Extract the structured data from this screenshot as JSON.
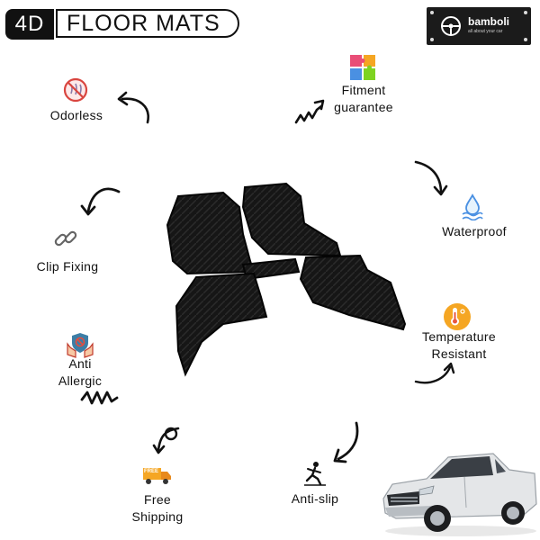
{
  "title": {
    "badge": "4D",
    "text": "FLOOR MATS"
  },
  "brand": {
    "name": "bamboli",
    "tagline": "all about your car"
  },
  "features": {
    "odorless": "Odorless",
    "fitment_line1": "Fitment",
    "fitment_line2": "guarantee",
    "waterproof": "Waterproof",
    "clip_fixing": "Clip Fixing",
    "temp_line1": "Temperature",
    "temp_line2": "Resistant",
    "allergic_line1": "Anti",
    "allergic_line2": "Allergic",
    "shipping_line1": "Free",
    "shipping_line2": "Shipping",
    "free_badge": "FREE",
    "anti_slip": "Anti-slip"
  },
  "colors": {
    "ink": "#111111",
    "accent_orange": "#f5a623",
    "accent_blue": "#4a90e2",
    "mat": "#151515"
  }
}
